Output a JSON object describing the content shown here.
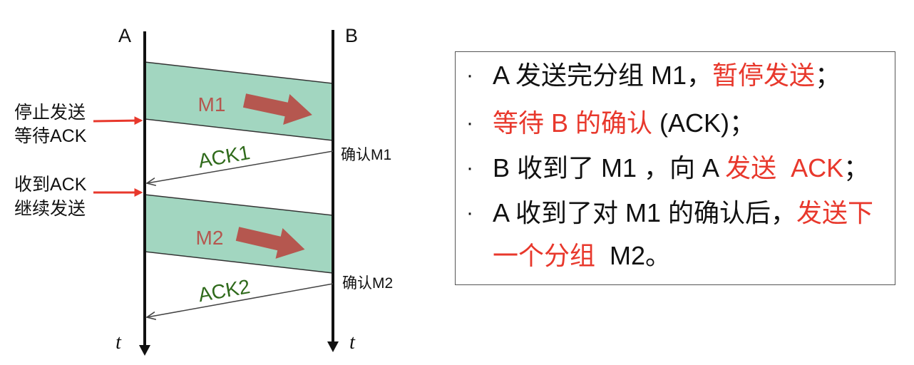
{
  "diagram": {
    "hosts": {
      "a": "A",
      "b": "B"
    },
    "time_labels": {
      "a": "t",
      "b": "t"
    },
    "frames": [
      {
        "label": "M1"
      },
      {
        "label": "M2"
      }
    ],
    "acks": [
      {
        "label": "ACK1",
        "confirm": "确认M1"
      },
      {
        "label": "ACK2",
        "confirm": "确认M2"
      }
    ],
    "side_notes": [
      {
        "lines": [
          "停止发送",
          "等待ACK"
        ]
      },
      {
        "lines": [
          "收到ACK",
          "继续发送"
        ]
      }
    ]
  },
  "explanation": {
    "bullet": "·",
    "items": [
      {
        "segments": [
          "A 发送完分组 M1，",
          "暂停发送",
          "；"
        ]
      },
      {
        "segments": [
          "等待 B 的确认",
          " (ACK)；"
        ]
      },
      {
        "segments": [
          "B 收到了 M1 ，向 A ",
          "发送  ACK",
          "；"
        ]
      },
      {
        "segments": [
          "A 收到了对 M1 的确认后，",
          "发送下"
        ],
        "continuation": [
          "一个分组",
          "  M2。"
        ]
      }
    ]
  },
  "colors": {
    "highlight": "#e8382c",
    "frame_fill": "#a2d6c0",
    "frame_label": "#b5574f",
    "ack_label": "#2f6a1b",
    "note_arrow": "#e8382c"
  }
}
